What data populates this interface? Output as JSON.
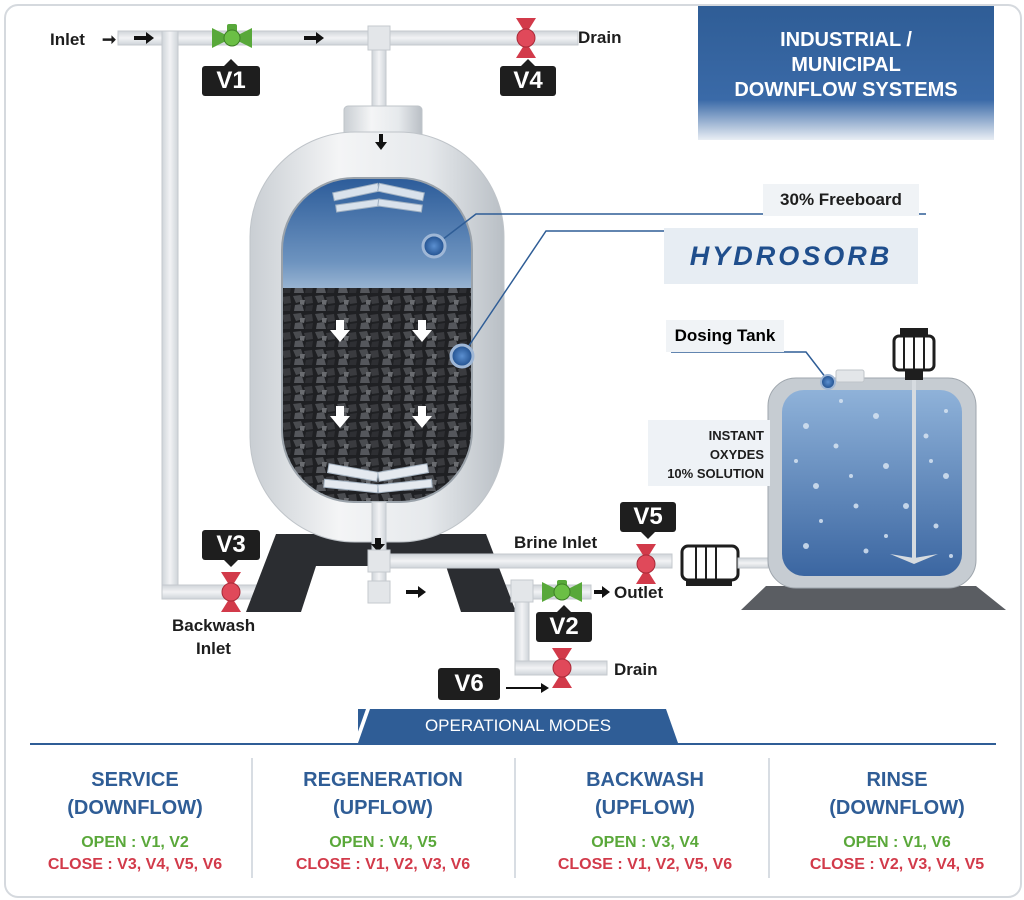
{
  "labels": {
    "inlet": "Inlet",
    "drain_top": "Drain",
    "brine_inlet": "Brine Inlet",
    "outlet": "Outlet",
    "backwash_inlet_1": "Backwash",
    "backwash_inlet_2": "Inlet",
    "drain_bottom": "Drain",
    "freeboard": "30% Freeboard",
    "dosing_tank": "Dosing Tank",
    "solution_lines": [
      "INSTANT",
      "OXYDES",
      "10% SOLUTION"
    ]
  },
  "title_lines": [
    "INDUSTRIAL /",
    "MUNICIPAL",
    "DOWNFLOW SYSTEMS"
  ],
  "brand": "HYDROSORB",
  "valves": {
    "v1": "V1",
    "v2": "V2",
    "v3": "V3",
    "v4": "V4",
    "v5": "V5",
    "v6": "V6"
  },
  "operational_modes": {
    "title": "OPERATIONAL MODES",
    "modes": [
      {
        "name_1": "SERVICE",
        "name_2": "(DOWNFLOW)",
        "open": "OPEN : V1, V2",
        "close": "CLOSE : V3, V4, V5, V6"
      },
      {
        "name_1": "REGENERATION",
        "name_2": "(UPFLOW)",
        "open": "OPEN : V4, V5",
        "close": "CLOSE : V1, V2, V3, V6"
      },
      {
        "name_1": "BACKWASH",
        "name_2": "(UPFLOW)",
        "open": "OPEN : V3, V4",
        "close": "CLOSE : V1, V2, V5, V6"
      },
      {
        "name_1": "RINSE",
        "name_2": "(DOWNFLOW)",
        "open": "OPEN : V1, V6",
        "close": "CLOSE : V2, V3, V4, V5"
      }
    ]
  },
  "colors": {
    "brand_blue": "#2f5d96",
    "open_green": "#5aa83a",
    "close_red": "#d23a4a",
    "pipe": "#e4e7ea"
  }
}
